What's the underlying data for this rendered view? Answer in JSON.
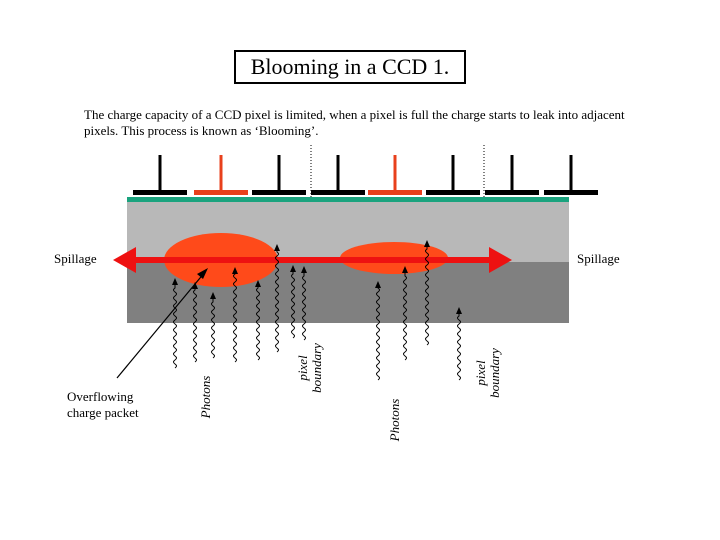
{
  "title": "Blooming in a CCD 1.",
  "description": "The charge capacity of a CCD pixel is limited, when a pixel is full the charge starts to leak into adjacent pixels. This process is known as ‘Blooming’.",
  "labels": {
    "spillage_left": "Spillage",
    "spillage_right": "Spillage",
    "overflow_line1": "Overflowing",
    "overflow_line2": "charge packet",
    "photons_1": "Photons",
    "photons_2": "Photons",
    "pixel_boundary_1_line1": "pixel",
    "pixel_boundary_1_line2": "boundary",
    "pixel_boundary_2_line1": "pixel",
    "pixel_boundary_2_line2": "boundary"
  },
  "colors": {
    "electrode_black": "#000000",
    "electrode_active": "#e8401c",
    "oxide_layer": "#1aa37e",
    "upper_silicon": "#b8b8b8",
    "lower_silicon": "#808080",
    "charge_packet": "#ff4a1a",
    "spillage_arrow": "#ee1111"
  },
  "electrodes": [
    "off",
    "on",
    "off",
    "off",
    "on",
    "off",
    "off",
    "off"
  ]
}
